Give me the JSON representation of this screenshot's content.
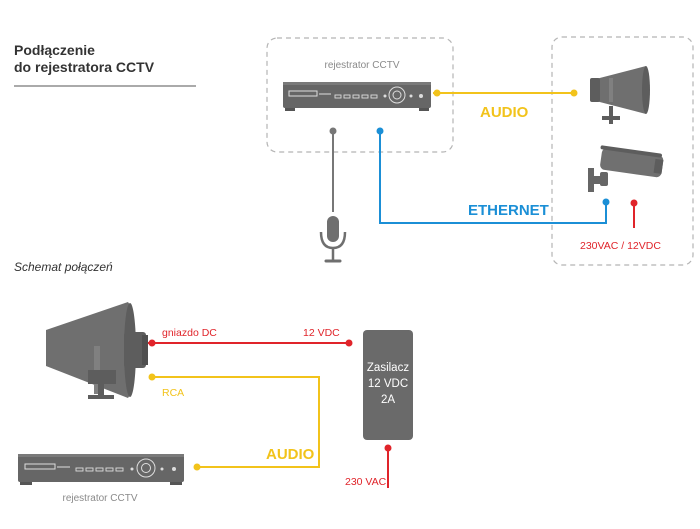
{
  "title": {
    "line1": "Podłączenie",
    "line2": "do rejestratora CCTV"
  },
  "top": {
    "recorder_label": "rejestrator CCTV",
    "audio_label": "AUDIO",
    "ethernet_label": "ETHERNET",
    "power_label": "230VAC / 12VDC"
  },
  "schema": {
    "heading": "Schemat połączeń",
    "dc_socket_label": "gniazdo DC",
    "dc_voltage_label": "12 VDC",
    "rca_label": "RCA",
    "audio_label": "AUDIO",
    "psu_line1": "Zasilacz",
    "psu_line2": "12 VDC",
    "psu_line3": "2A",
    "mains_label": "230 VAC",
    "recorder_label": "rejestrator CCTV"
  },
  "colors": {
    "audio": "#f2c31b",
    "ethernet": "#1b8fd6",
    "power": "#e0242a",
    "mic": "#777777",
    "device": "#6f6f6f"
  },
  "icons": [
    "horn-speaker-icon",
    "cctv-camera-icon",
    "microphone-icon",
    "dvr-recorder-icon",
    "power-supply-icon"
  ]
}
